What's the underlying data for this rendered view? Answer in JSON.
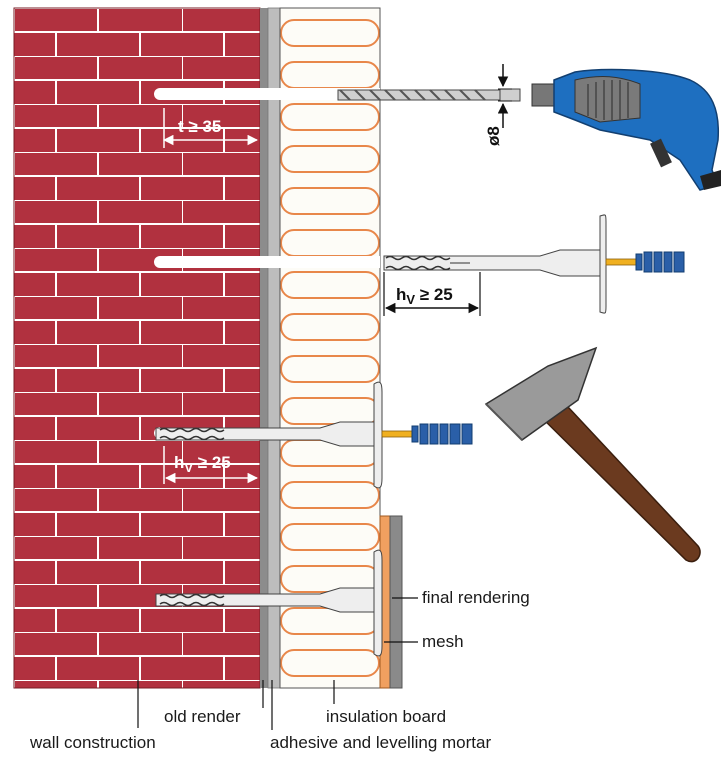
{
  "labels": {
    "wall_construction": "wall construction",
    "old_render": "old render",
    "insulation_board": "insulation board",
    "adhesive_mortar": "adhesive and levelling mortar",
    "final_rendering": "final rendering",
    "mesh": "mesh"
  },
  "dimensions": {
    "drill_depth": "t ≥ 35",
    "drill_diameter": "ø8",
    "anchor_depth_symbol": "h",
    "anchor_depth_subscript": "V",
    "anchor_depth_value": " ≥ 25"
  },
  "colors": {
    "brick": "#b1313f",
    "mortar_joint": "#ffffff",
    "old_render": "#8c8c8c",
    "adhesive_mortar": "#b5b5b5",
    "insulation": "#fdfcf7",
    "insulation_coil": "#e8874a",
    "final_render": "#8a8a8a",
    "mesh": "#f0a060",
    "drill_body": "#1e6fc0",
    "drill_grip": "#7a7a7a",
    "hammer_head": "#9a9a9a",
    "hammer_handle": "#6b3a1f",
    "anchor_pin": "#f0b020",
    "anchor_cap": "#2a5fa8"
  },
  "icons": [
    "drill-icon",
    "hammer-icon",
    "anchor-icon"
  ]
}
